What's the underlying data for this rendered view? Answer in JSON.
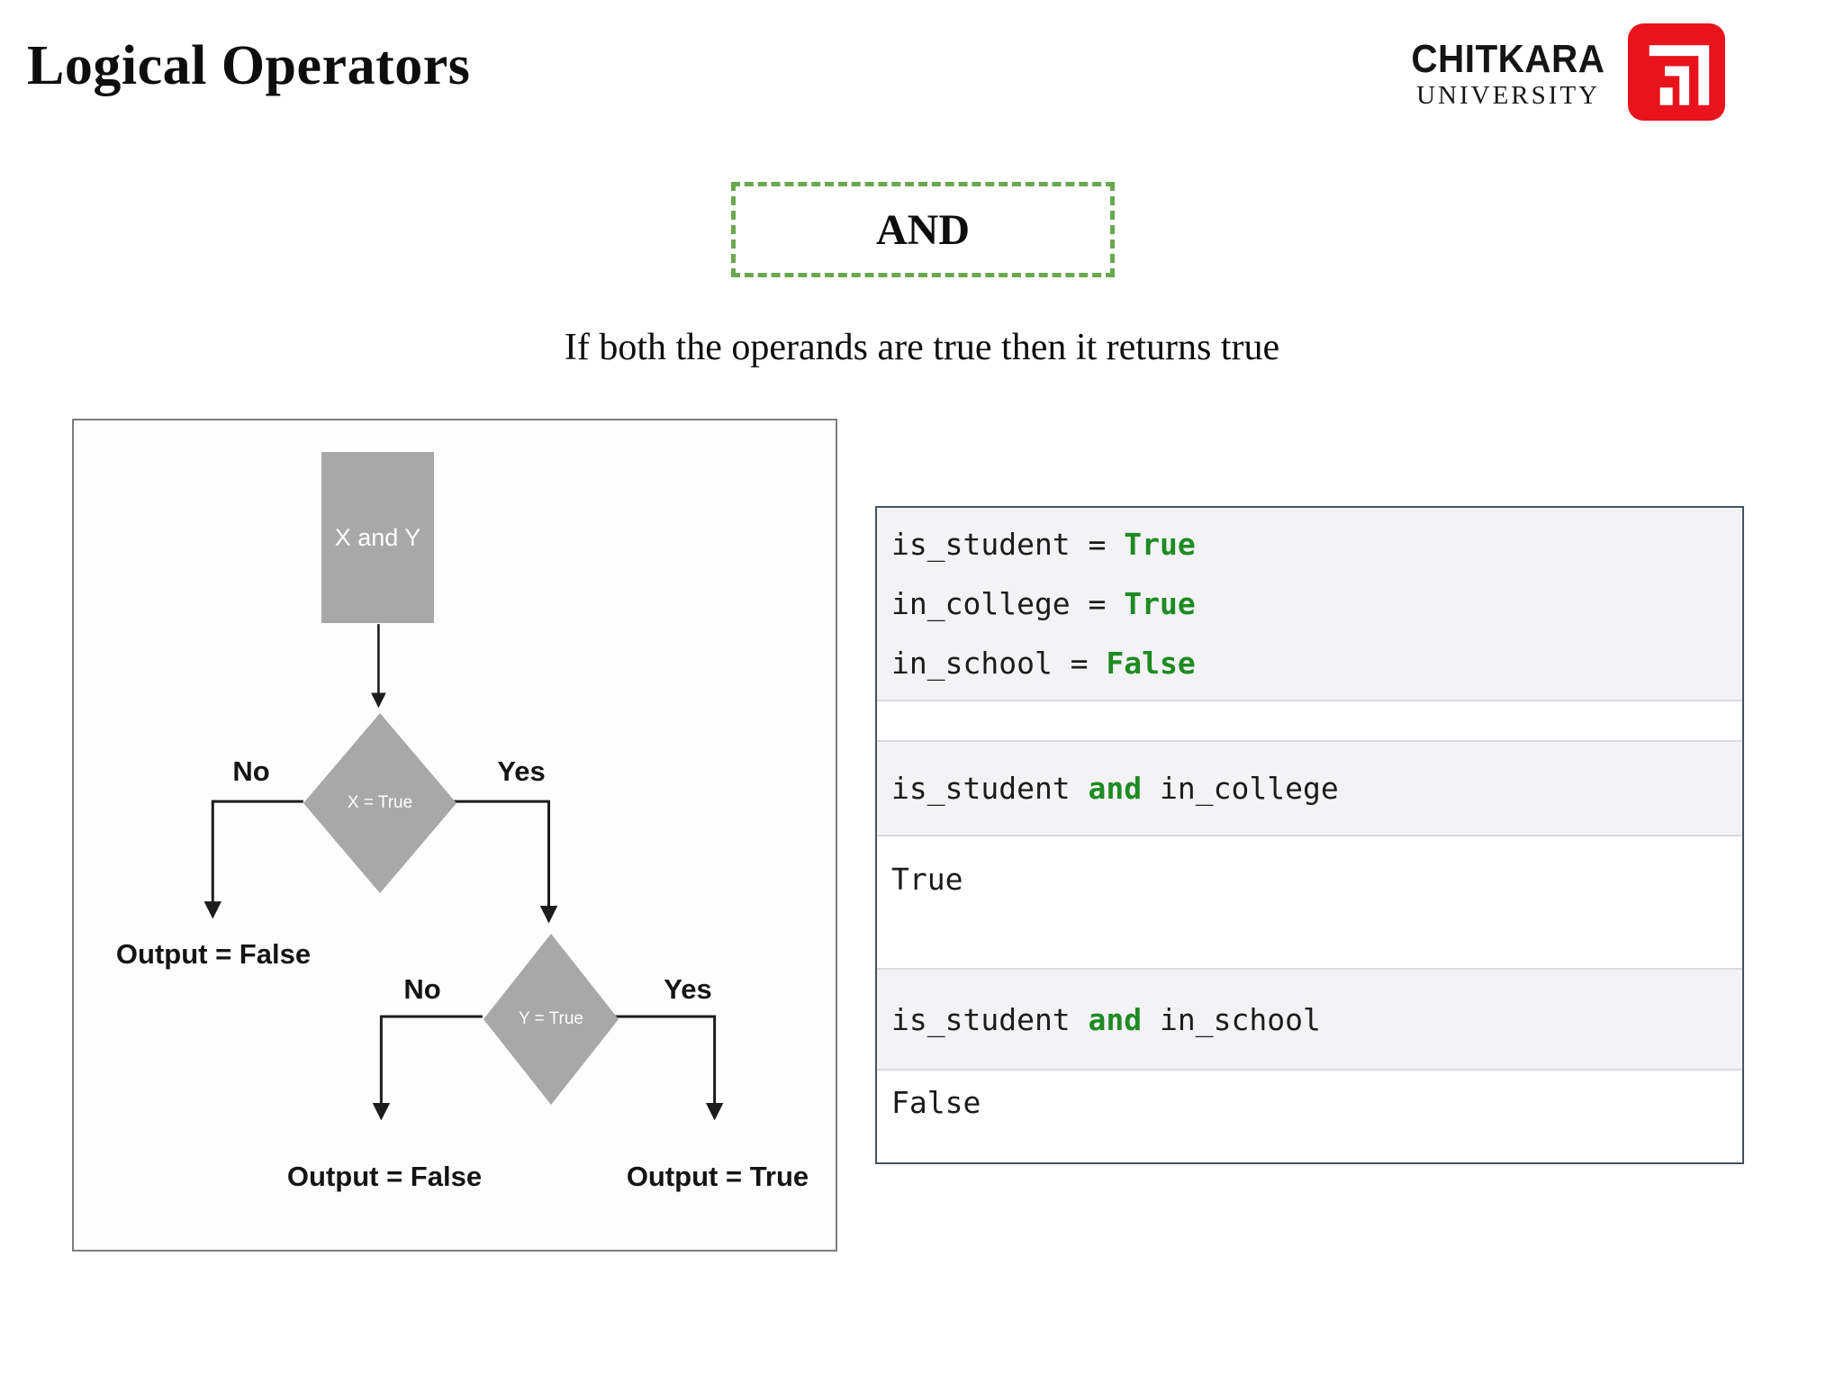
{
  "slide": {
    "title": "Logical Operators",
    "operator_label": "AND",
    "operator_border_green": "#6aa84f",
    "subtitle": "If both the operands are true then it returns true"
  },
  "logo": {
    "name_line1": "CHITKARA",
    "name_line2": "UNIVERSITY",
    "brand_red": "#e8131d"
  },
  "flowchart": {
    "start_box": "X and Y",
    "decision_1": "X = True",
    "decision_2": "Y = True",
    "branch_labels": {
      "no_1": "No",
      "yes_1": "Yes",
      "no_2": "No",
      "yes_2": "Yes"
    },
    "outputs": {
      "left": "Output = False",
      "center": "Output = False",
      "right": "Output = True"
    },
    "shape_gray": "#a8a8a8"
  },
  "code_panel": {
    "keyword_green": "#1e8b22",
    "assignments": [
      {
        "pre": "is_student = ",
        "kw": "True"
      },
      {
        "pre": "in_college = ",
        "kw": "True"
      },
      {
        "pre": "in_school = ",
        "kw": "False"
      }
    ],
    "expr_1": {
      "pre": "is_student ",
      "kw": "and",
      "post": " in_college"
    },
    "result_1": "True",
    "expr_2": {
      "pre": "is_student ",
      "kw": "and",
      "post": " in_school"
    },
    "result_2": "False"
  }
}
